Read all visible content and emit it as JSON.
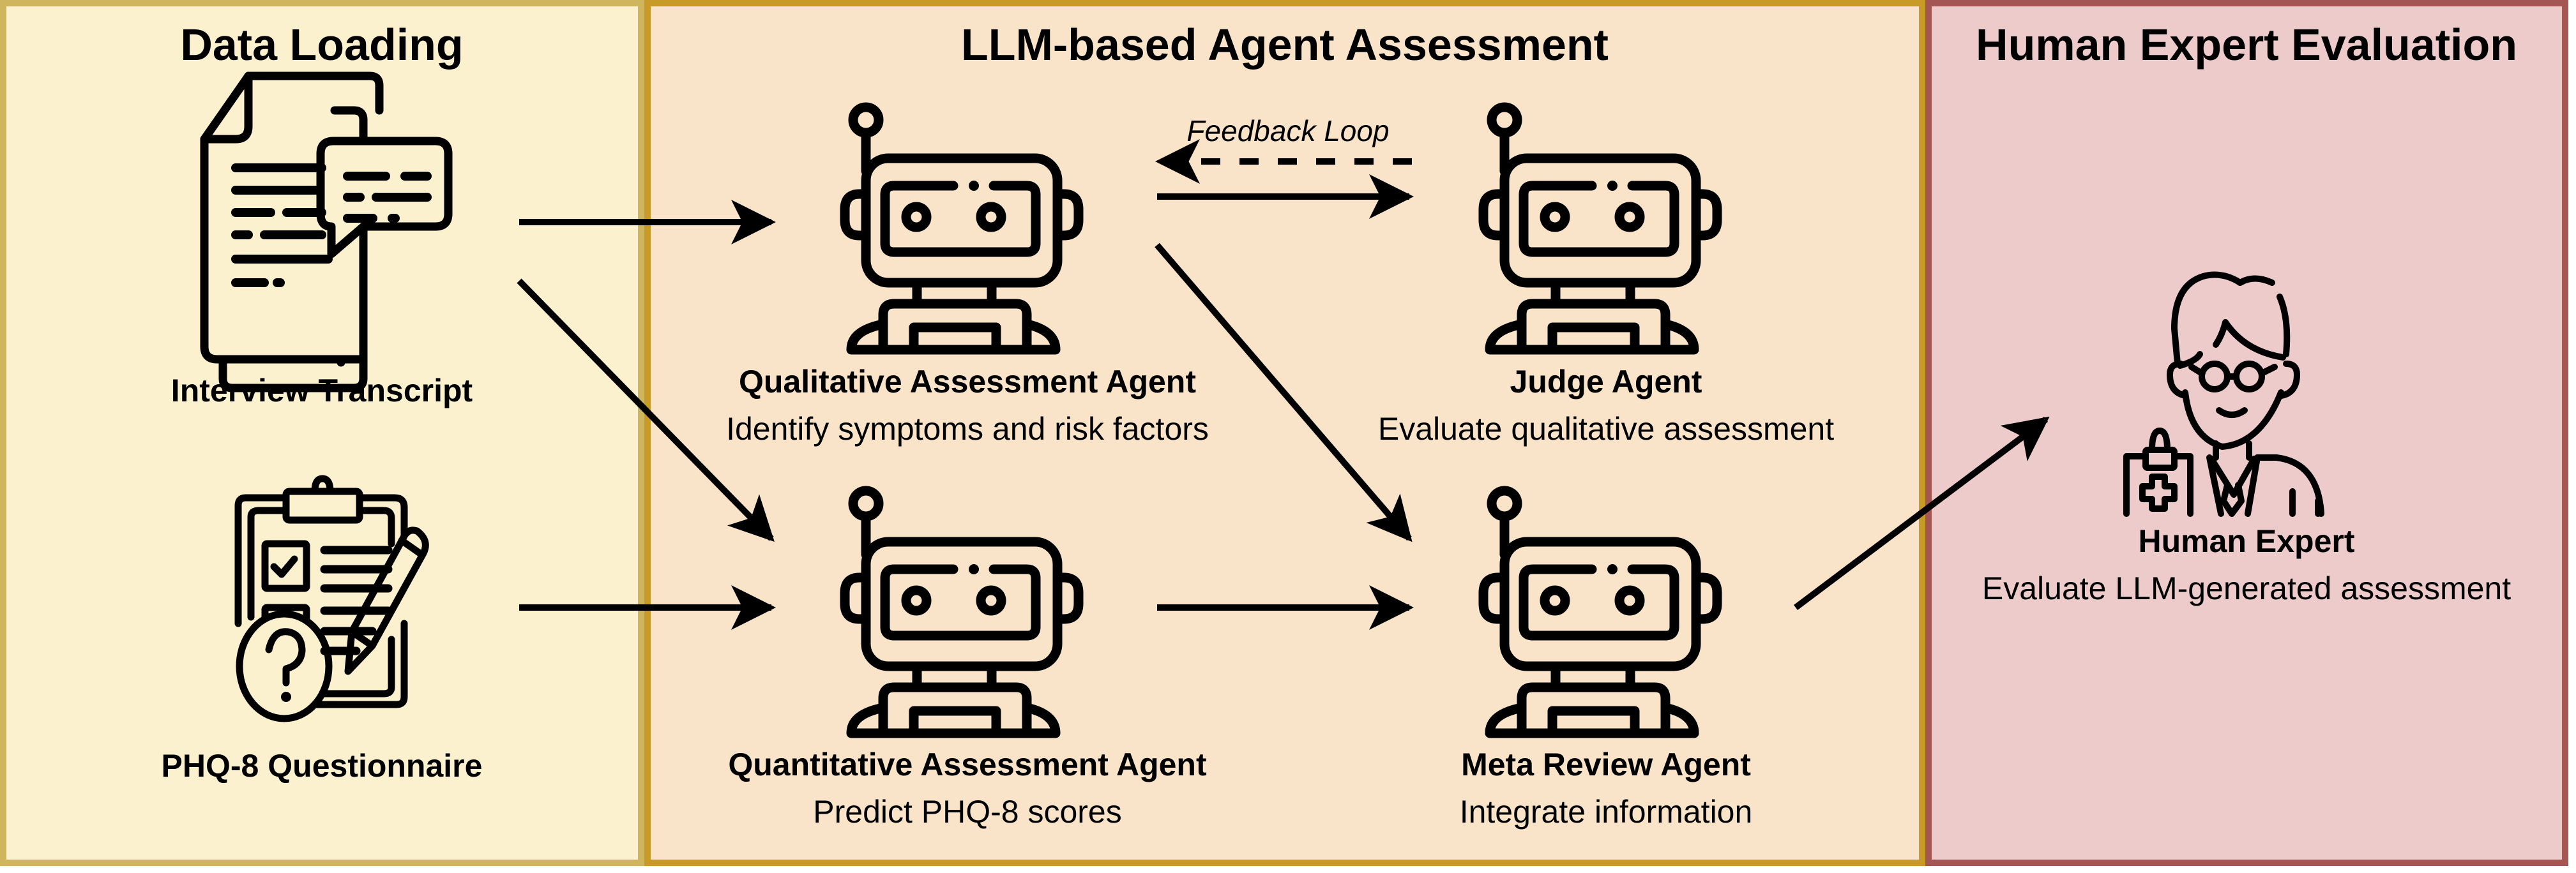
{
  "panels": {
    "data_loading": {
      "title": "Data Loading",
      "inputs": [
        {
          "label": "Interview Transcript",
          "icon": "document-chat-icon"
        },
        {
          "label": "PHQ-8 Questionnaire",
          "icon": "clipboard-checklist-icon"
        }
      ]
    },
    "llm_assessment": {
      "title": "LLM-based Agent Assessment",
      "feedback_label": "Feedback Loop",
      "agents": [
        {
          "name": "Qualitative Assessment Agent",
          "description": "Identify symptoms and risk factors",
          "icon": "robot-icon"
        },
        {
          "name": "Judge Agent",
          "description": "Evaluate qualitative assessment",
          "icon": "robot-icon"
        },
        {
          "name": "Quantitative Assessment Agent",
          "description": "Predict PHQ-8 scores",
          "icon": "robot-icon"
        },
        {
          "name": "Meta Review Agent",
          "description": "Integrate information",
          "icon": "robot-icon"
        }
      ]
    },
    "human_evaluation": {
      "title": "Human Expert Evaluation",
      "expert": {
        "name": "Human Expert",
        "description": "Evaluate LLM-generated assessment",
        "icon": "doctor-icon"
      }
    }
  },
  "colors": {
    "data_loading_bg": "#FBF1CF",
    "data_loading_border": "#CFB55E",
    "llm_bg": "#F9E4CA",
    "llm_border": "#C89A28",
    "human_bg": "#EDCBCA",
    "human_border": "#A45654"
  },
  "flows": [
    {
      "from": "Interview Transcript",
      "to": "Qualitative Assessment Agent",
      "style": "solid"
    },
    {
      "from": "Interview Transcript",
      "to": "Quantitative Assessment Agent",
      "style": "solid"
    },
    {
      "from": "PHQ-8 Questionnaire",
      "to": "Quantitative Assessment Agent",
      "style": "solid"
    },
    {
      "from": "Qualitative Assessment Agent",
      "to": "Judge Agent",
      "style": "solid"
    },
    {
      "from": "Judge Agent",
      "to": "Qualitative Assessment Agent",
      "style": "dashed"
    },
    {
      "from": "Qualitative Assessment Agent",
      "to": "Meta Review Agent",
      "style": "solid"
    },
    {
      "from": "Quantitative Assessment Agent",
      "to": "Meta Review Agent",
      "style": "solid"
    },
    {
      "from": "Meta Review Agent",
      "to": "Human Expert",
      "style": "solid"
    }
  ]
}
